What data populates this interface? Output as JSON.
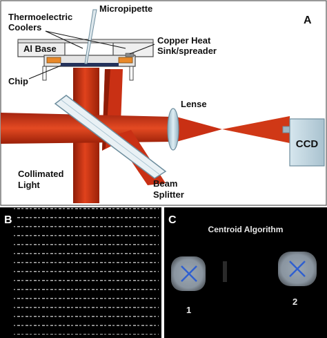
{
  "panel_a": {
    "letter": "A",
    "labels": {
      "micropipette": "Micropipette",
      "thermoelectric_line1": "Thermoelectric",
      "thermoelectric_line2": "Coolers",
      "al_base": "Al Base",
      "copper_line1": "Copper Heat",
      "copper_line2": "Sink/spreader",
      "chip": "Chip",
      "lense": "Lense",
      "ccd": "CCD",
      "collimated_line1": "Collimated",
      "collimated_line2": "Light",
      "beam_line1": "Beam",
      "beam_line2": "Splitter"
    }
  },
  "panel_b": {
    "letter": "B"
  },
  "panel_c": {
    "letter": "C",
    "title": "Centroid Algorithm",
    "spot_labels": [
      "1",
      "2"
    ]
  },
  "colors": {
    "beam": "#d23414",
    "beam_dark": "#8e1c08",
    "copper": "#e8892a",
    "chip": "#23315a",
    "ccd": "#bfd4de",
    "frame_gray": "#ededed",
    "centroid_x": "#2f5fd0"
  }
}
